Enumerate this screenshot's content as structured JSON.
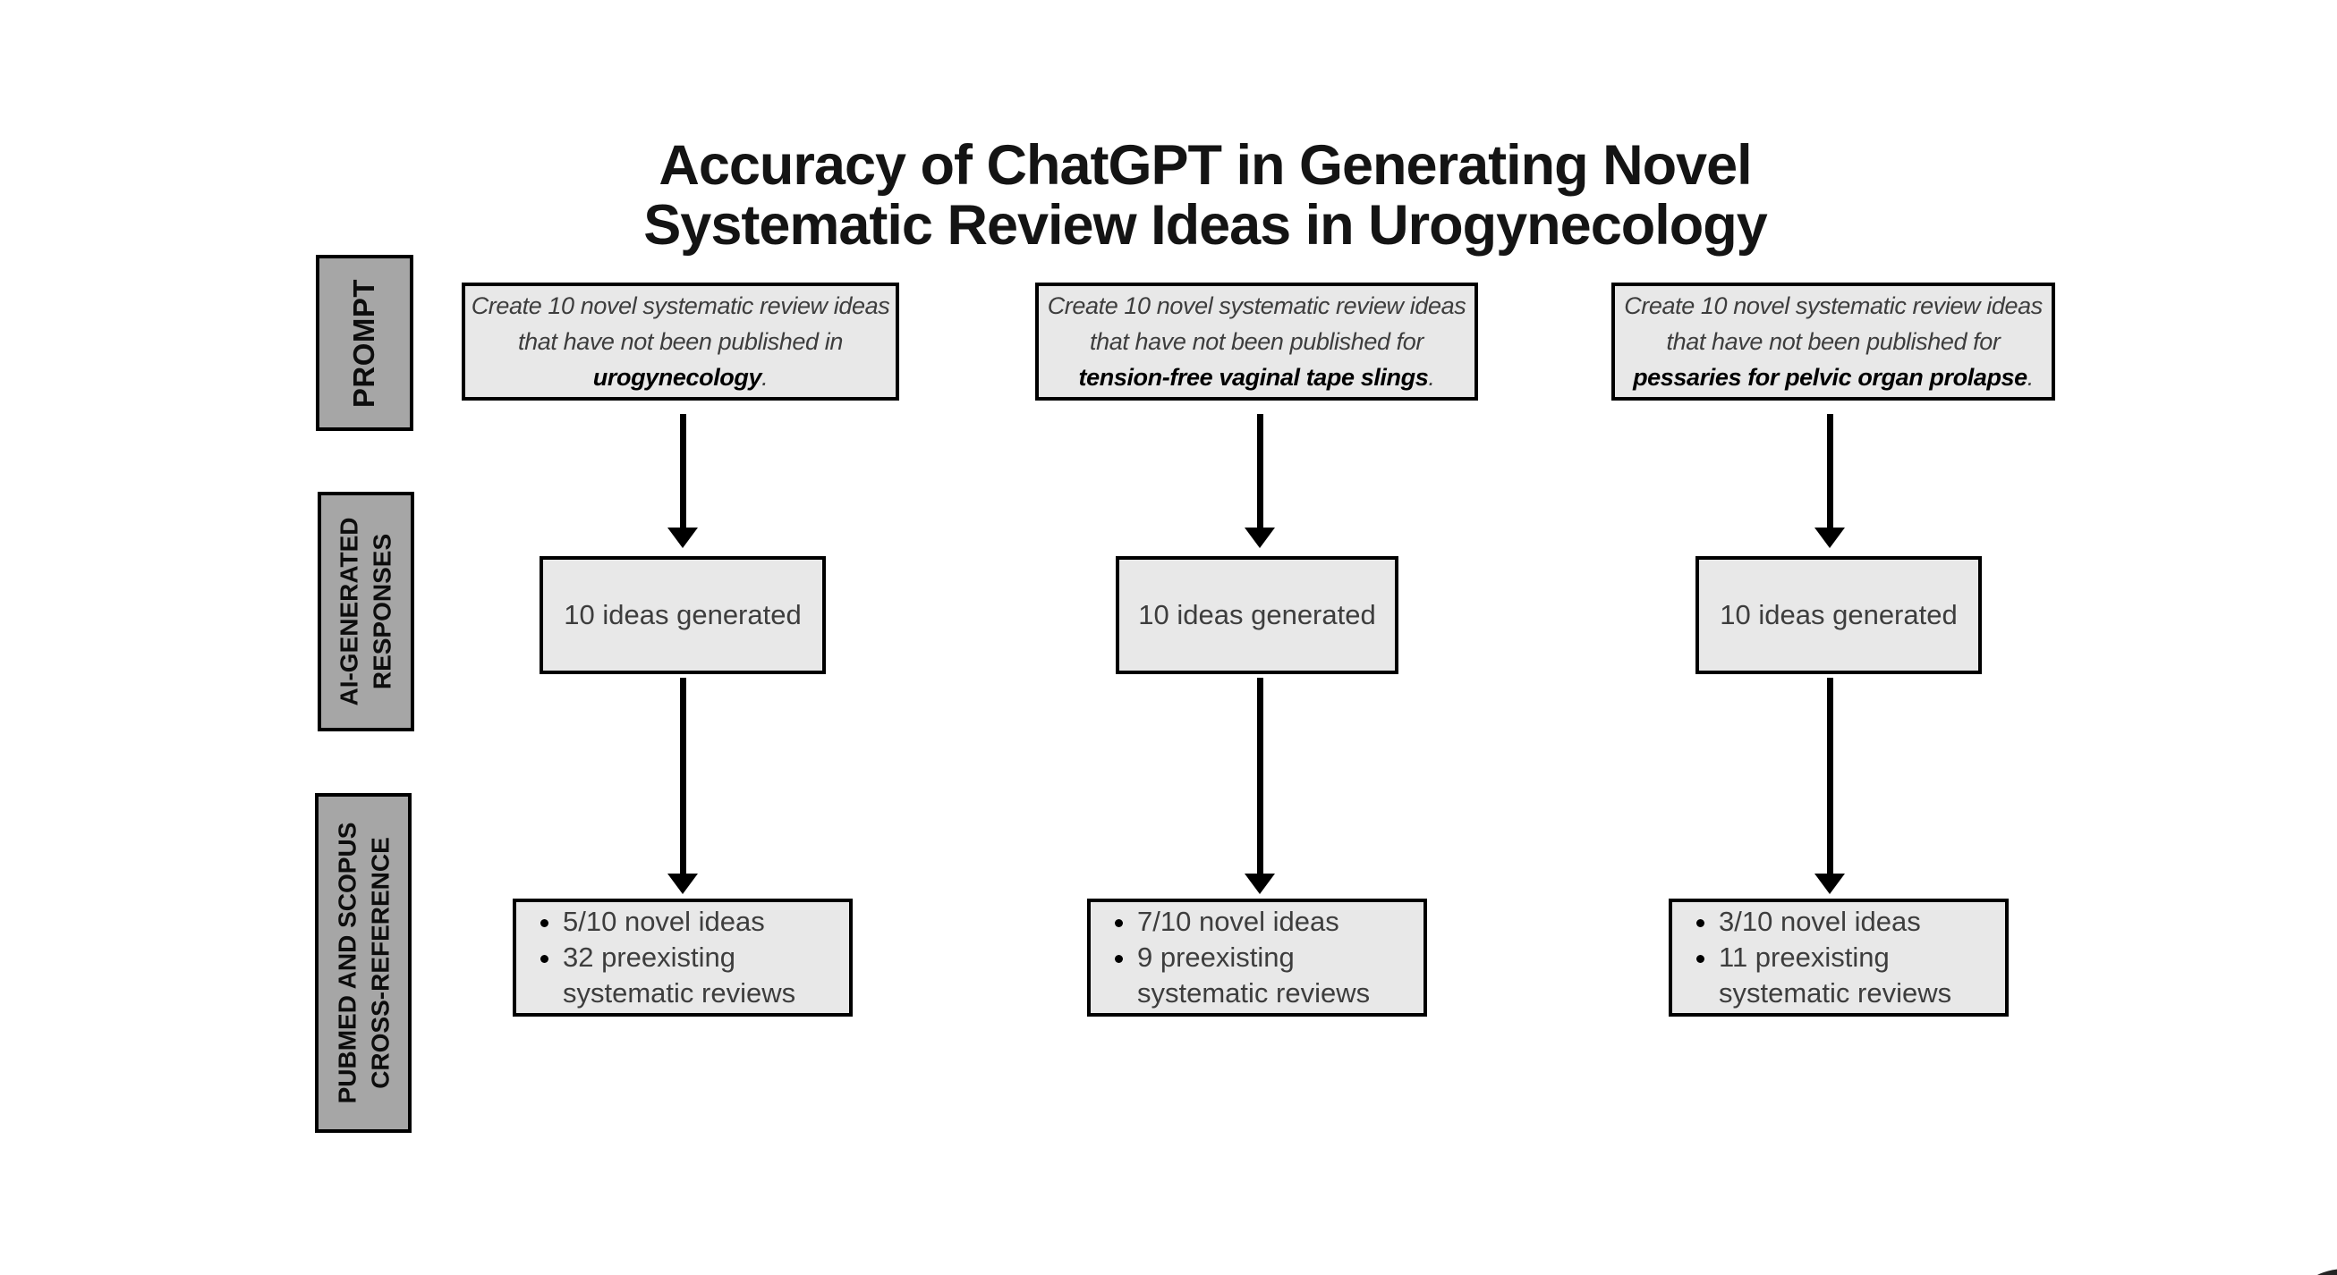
{
  "title": {
    "line1": "Accuracy of ChatGPT in Generating Novel",
    "line2": "Systematic Review Ideas in Urogynecology"
  },
  "row_labels": [
    {
      "id": "prompt",
      "line1": "PROMPT"
    },
    {
      "id": "ai-generated-responses",
      "line1": "AI-GENERATED",
      "line2": "RESPONSES"
    },
    {
      "id": "pubmed-scopus-cross-reference",
      "line1": "PUBMED AND SCOPUS",
      "line2": "CROSS-REFERENCE"
    }
  ],
  "columns": [
    {
      "prompt": {
        "line1": "Create 10 novel systematic review ideas",
        "line2": "that have not been published in",
        "emphasis": "urogynecology",
        "suffix": "."
      },
      "response": "10 ideas generated",
      "findings": [
        "5/10 novel ideas",
        "32 preexisting systematic reviews"
      ]
    },
    {
      "prompt": {
        "line1": "Create 10 novel systematic review ideas",
        "line2": "that have not been published for",
        "emphasis": "tension-free vaginal tape slings",
        "suffix": "."
      },
      "response": "10 ideas generated",
      "findings": [
        "7/10 novel ideas",
        "9 preexisting systematic reviews"
      ]
    },
    {
      "prompt": {
        "line1": "Create 10 novel systematic review ideas",
        "line2": "that have not been published for",
        "emphasis": "pessaries for pelvic organ prolapse",
        "suffix": "."
      },
      "response": "10 ideas generated",
      "findings": [
        "3/10 novel ideas",
        "11 preexisting systematic reviews"
      ]
    }
  ],
  "colors": {
    "row_label_fill": "#a6a6a6",
    "content_box_fill": "#e8e8e8",
    "border": "#000000",
    "body_text": "#3d3d3d",
    "title_text": "#141414"
  }
}
